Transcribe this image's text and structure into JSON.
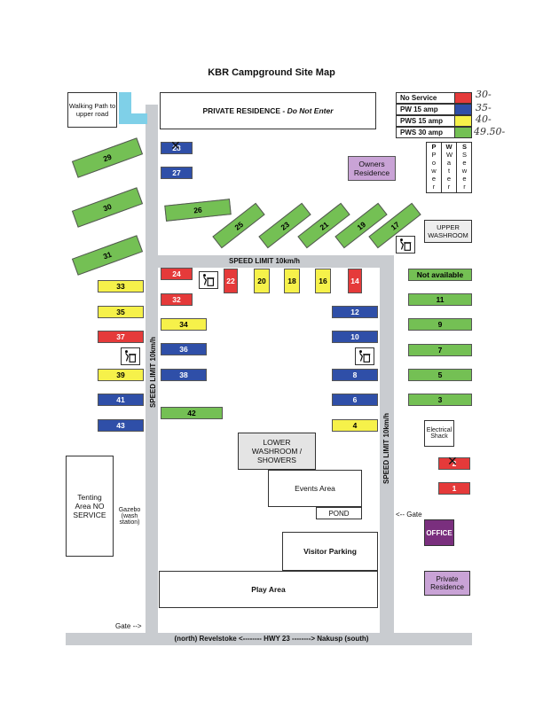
{
  "title": "KBR Campground Site Map",
  "walking_path": "Walking Path to upper road",
  "private_residence_top": "PRIVATE RESIDENCE -",
  "do_not_enter": "Do Not Enter",
  "owners_residence": "Owners Residence",
  "upper_washroom": "UPPER WASHROOM",
  "speed_limit_h": "SPEED LIMIT 10km/h",
  "speed_limit_v": "SPEED LIMIT 10km/h",
  "not_available": "Not available",
  "lower_washroom": "LOWER WASHROOM / SHOWERS",
  "events_area": "Events Area",
  "pond": "POND",
  "visitor_parking": "Visitor Parking",
  "play_area": "Play Area",
  "tenting_area": "Tenting Area NO SERVICE",
  "gazebo": "Gazebo (wash station)",
  "electrical_shack": "Electrical Shack",
  "office": "OFFICE",
  "private_residence_bottom": "Private Residence",
  "gate_left": "Gate -->",
  "gate_right": "<-- Gate",
  "highway": "(north) Revelstoke <-------- HWY 23 --------> Nakusp (south)",
  "legend": {
    "items": [
      {
        "label": "No Service",
        "color": "#e53a3a",
        "price": "30-"
      },
      {
        "label": "PW 15 amp",
        "color": "#2f4fa8",
        "price": "35-"
      },
      {
        "label": "PWS 15 amp",
        "color": "#f6f14a",
        "price": "40-"
      },
      {
        "label": "PWS 30 amp",
        "color": "#74c054",
        "price": "49.50-"
      }
    ],
    "key_headers": [
      "P",
      "W",
      "S"
    ],
    "key_words": [
      "Power",
      "Water",
      "Sewer"
    ]
  },
  "sites": {
    "s29": "29",
    "s30": "30",
    "s31": "31",
    "s28": "28",
    "s27": "27",
    "s26": "26",
    "s25": "25",
    "s23": "23",
    "s21": "21",
    "s19": "19",
    "s17": "17",
    "s24": "24",
    "s32": "32",
    "s22": "22",
    "s20": "20",
    "s18": "18",
    "s16": "16",
    "s14": "14",
    "s33": "33",
    "s35": "35",
    "s37": "37",
    "s39": "39",
    "s41": "41",
    "s43": "43",
    "s34": "34",
    "s36": "36",
    "s38": "38",
    "s42": "42",
    "s12": "12",
    "s10": "10",
    "s8": "8",
    "s6": "6",
    "s4": "4",
    "s11": "11",
    "s9": "9",
    "s7": "7",
    "s5": "5",
    "s3": "3",
    "s2": "2",
    "s1": "1"
  },
  "colors": {
    "red": "#e53a3a",
    "blue": "#2f4fa8",
    "yellow": "#f6f14a",
    "green": "#74c054",
    "purple": "#c9a3d6"
  }
}
